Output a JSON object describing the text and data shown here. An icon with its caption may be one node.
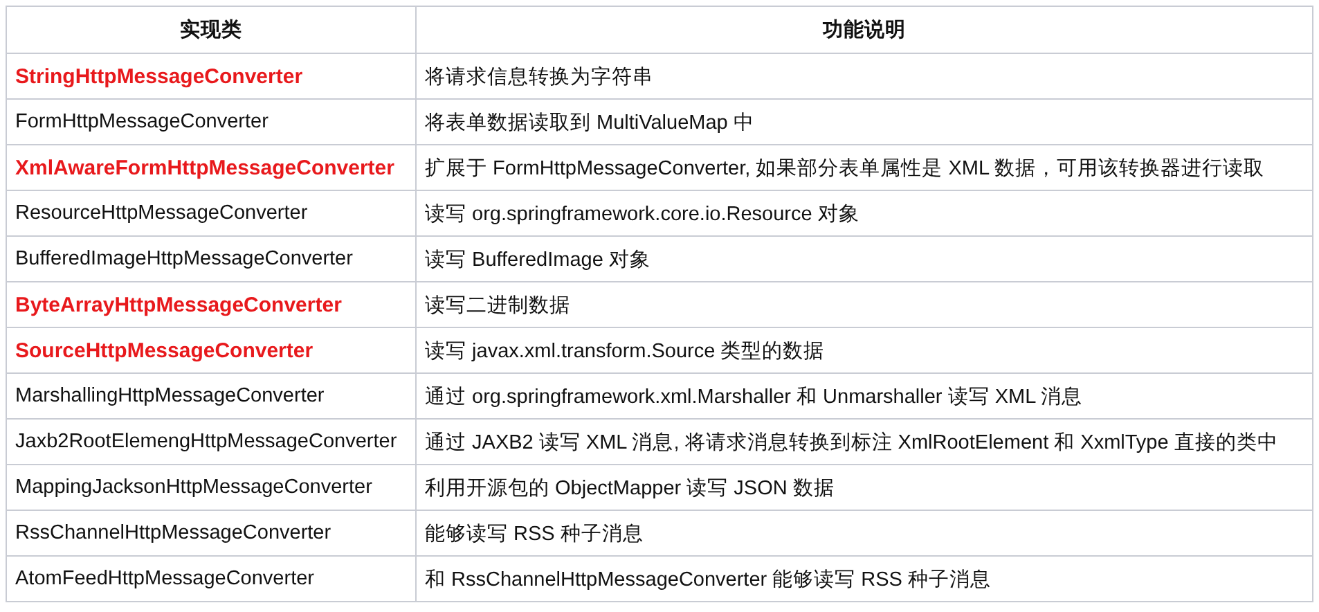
{
  "diagram": {
    "labels": [
      "实现类",
      "功能说明",
      "StringHttpMessageConverter",
      "将请求信息转换为字符串",
      "FormHttpMessageConverter",
      "将表单数据读取到 MultiValueMap 中",
      "XmlAwareFormHttpMessageConverter",
      "扩展于 FormHttpMessageConverter, 如果部分表单属性是 XML 数据，可用该转换器进行读取",
      "ResourceHttpMessageConverter",
      "读写 org.springframework.core.io.Resource 对象",
      "BufferedImageHttpMessageConverter",
      "读写 BufferedImage 对象",
      "ByteArrayHttpMessageConverter",
      "读写二进制数据",
      "SourceHttpMessageConverter",
      "读写 javax.xml.transform.Source 类型的数据",
      "MarshallingHttpMessageConverter",
      "通过 org.springframework.xml.Marshaller 和 Unmarshaller 读写 XML 消息",
      "Jaxb2RootElemengHttpMessageConverter",
      "通过 JAXB2 读写 XML 消息, 将请求消息转换到标注 XmlRootElement 和 XxmlType 直接的类中",
      "MappingJacksonHttpMessageConverter",
      "利用开源包的 ObjectMapper 读写 JSON 数据",
      "RssChannelHttpMessageConverter",
      "能够读写 RSS 种子消息",
      "AtomFeedHttpMessageConverter",
      "和 RssChannelHttpMessageConverter 能够读写 RSS 种子消息"
    ]
  }
}
